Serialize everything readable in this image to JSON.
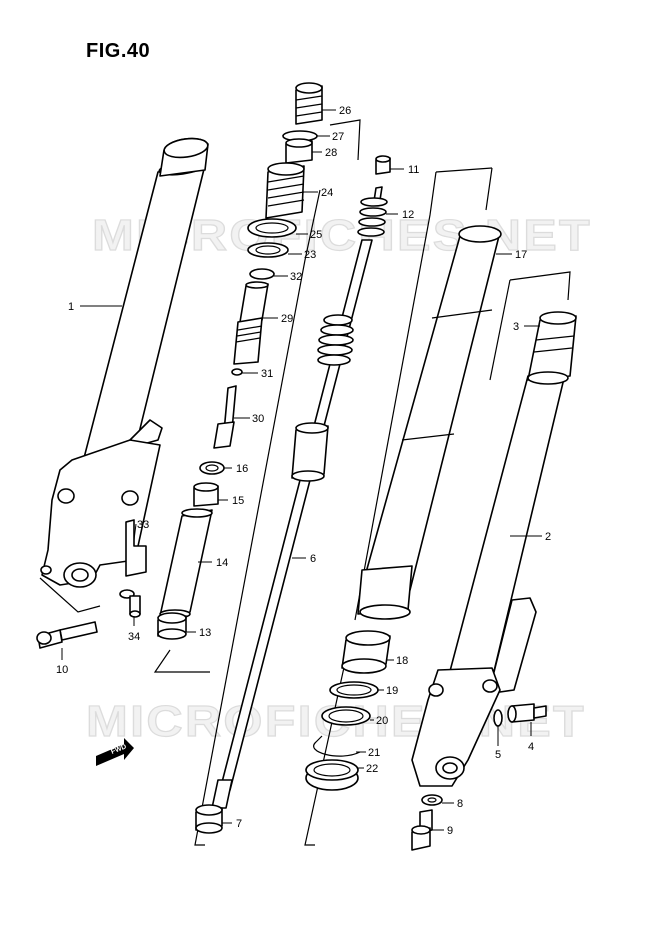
{
  "figure_title": "FIG.40",
  "watermark_text": "MICROFICHES.NET",
  "fwd_label": "FWD",
  "callouts": [
    "1",
    "2",
    "3",
    "4",
    "5",
    "6",
    "7",
    "8",
    "9",
    "10",
    "11",
    "12",
    "13",
    "14",
    "15",
    "16",
    "17",
    "18",
    "19",
    "20",
    "21",
    "22",
    "23",
    "24",
    "25",
    "26",
    "27",
    "28",
    "29",
    "30",
    "31",
    "32",
    "33",
    "34"
  ]
}
